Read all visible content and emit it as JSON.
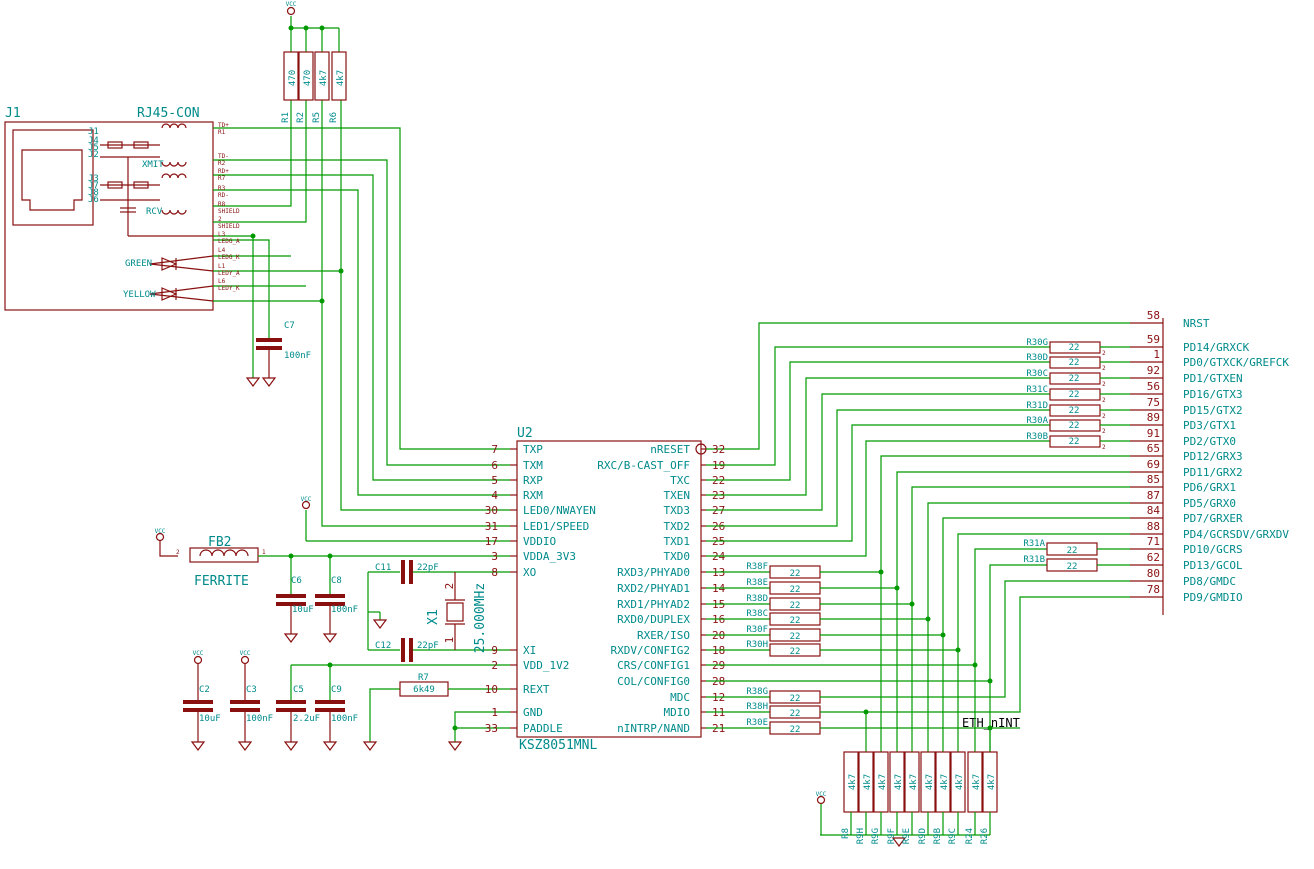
{
  "ic": {
    "ref": "U2",
    "part": "KSZ8051MNL",
    "left_pins": [
      {
        "num": "7",
        "name": "TXP"
      },
      {
        "num": "6",
        "name": "TXM"
      },
      {
        "num": "5",
        "name": "RXP"
      },
      {
        "num": "4",
        "name": "RXM"
      },
      {
        "num": "30",
        "name": "LED0/NWAYEN"
      },
      {
        "num": "31",
        "name": "LED1/SPEED"
      },
      {
        "num": "17",
        "name": "VDDIO"
      },
      {
        "num": "3",
        "name": "VDDA_3V3"
      },
      {
        "num": "8",
        "name": "XO"
      },
      {
        "num": "9",
        "name": "XI"
      },
      {
        "num": "2",
        "name": "VDD_1V2"
      },
      {
        "num": "10",
        "name": "REXT"
      },
      {
        "num": "1",
        "name": "GND"
      },
      {
        "num": "33",
        "name": "PADDLE"
      }
    ],
    "right_pins": [
      {
        "num": "32",
        "name": "nRESET"
      },
      {
        "num": "19",
        "name": "RXC/B-CAST_OFF"
      },
      {
        "num": "22",
        "name": "TXC"
      },
      {
        "num": "23",
        "name": "TXEN"
      },
      {
        "num": "27",
        "name": "TXD3"
      },
      {
        "num": "26",
        "name": "TXD2"
      },
      {
        "num": "25",
        "name": "TXD1"
      },
      {
        "num": "24",
        "name": "TXD0"
      },
      {
        "num": "13",
        "name": "RXD3/PHYAD0"
      },
      {
        "num": "14",
        "name": "RXD2/PHYAD1"
      },
      {
        "num": "15",
        "name": "RXD1/PHYAD2"
      },
      {
        "num": "16",
        "name": "RXD0/DUPLEX"
      },
      {
        "num": "20",
        "name": "RXER/ISO"
      },
      {
        "num": "18",
        "name": "RXDV/CONFIG2"
      },
      {
        "num": "29",
        "name": "CRS/CONFIG1"
      },
      {
        "num": "28",
        "name": "COL/CONFIG0"
      },
      {
        "num": "12",
        "name": "MDC"
      },
      {
        "num": "11",
        "name": "MDIO"
      },
      {
        "num": "21",
        "name": "nINTRP/NAND"
      }
    ]
  },
  "mcu_pins": [
    {
      "num": "58",
      "name": "NRST"
    },
    {
      "num": "59",
      "name": "PD14/GRXCK"
    },
    {
      "num": "1",
      "name": "PD0/GTXCK/GREFCK"
    },
    {
      "num": "92",
      "name": "PD1/GTXEN"
    },
    {
      "num": "56",
      "name": "PD16/GTX3"
    },
    {
      "num": "75",
      "name": "PD15/GTX2"
    },
    {
      "num": "89",
      "name": "PD3/GTX1"
    },
    {
      "num": "91",
      "name": "PD2/GTX0"
    },
    {
      "num": "65",
      "name": "PD12/GRX3"
    },
    {
      "num": "69",
      "name": "PD11/GRX2"
    },
    {
      "num": "85",
      "name": "PD6/GRX1"
    },
    {
      "num": "87",
      "name": "PD5/GRX0"
    },
    {
      "num": "84",
      "name": "PD7/GRXER"
    },
    {
      "num": "88",
      "name": "PD4/GCRSDV/GRXDV"
    },
    {
      "num": "71",
      "name": "PD10/GCRS"
    },
    {
      "num": "62",
      "name": "PD13/GCOL"
    },
    {
      "num": "80",
      "name": "PD8/GMDC"
    },
    {
      "num": "78",
      "name": "PD9/GMDIO"
    }
  ],
  "connector": {
    "ref": "J1",
    "part": "RJ45-CON",
    "xmit": "XMIT",
    "rcv": "RCV",
    "left_pins": [
      "J1",
      "J4",
      "J5",
      "J2",
      "J3",
      "J7",
      "J8",
      "J6"
    ],
    "right_pins": [
      "TD+",
      "R1",
      "TD-",
      "R2",
      "RD+",
      "R7",
      "R3",
      "RD-",
      "R8",
      "SHIELD",
      "2",
      "SHIELD",
      "L3",
      "LEDG_A",
      "L4",
      "LEDG_K",
      "L1",
      "LEDY_A",
      "L6",
      "LEDY_K"
    ],
    "green": "GREEN",
    "yellow": "YELLOW"
  },
  "top_resistors": [
    {
      "ref": "R1",
      "value": "470"
    },
    {
      "ref": "R2",
      "value": "470"
    },
    {
      "ref": "R5",
      "value": "4k7"
    },
    {
      "ref": "R6",
      "value": "4k7"
    }
  ],
  "series_resistors_upper": [
    {
      "ref": "R30G",
      "value": "22"
    },
    {
      "ref": "R30D",
      "value": "22"
    },
    {
      "ref": "R30C",
      "value": "22"
    },
    {
      "ref": "R31C",
      "value": "22"
    },
    {
      "ref": "R31D",
      "value": "22"
    },
    {
      "ref": "R30A",
      "value": "22"
    },
    {
      "ref": "R30B",
      "value": "22"
    }
  ],
  "series_resistors_mid": [
    {
      "ref": "R38F",
      "value": "22"
    },
    {
      "ref": "R38E",
      "value": "22"
    },
    {
      "ref": "R38D",
      "value": "22"
    },
    {
      "ref": "R38C",
      "value": "22"
    },
    {
      "ref": "R30F",
      "value": "22"
    },
    {
      "ref": "R30H",
      "value": "22"
    }
  ],
  "series_resistors_right": [
    {
      "ref": "R31A",
      "value": "22"
    },
    {
      "ref": "R31B",
      "value": "22"
    }
  ],
  "series_resistors_low": [
    {
      "ref": "R38G",
      "value": "22"
    },
    {
      "ref": "R38H",
      "value": "22"
    },
    {
      "ref": "R30E",
      "value": "22"
    }
  ],
  "pullups": [
    {
      "ref": "R8",
      "value": "4k7"
    },
    {
      "ref": "R9H",
      "value": "4k7"
    },
    {
      "ref": "R9G",
      "value": "4k7"
    },
    {
      "ref": "R9F",
      "value": "4k7"
    },
    {
      "ref": "R9E",
      "value": "4k7"
    },
    {
      "ref": "R9D",
      "value": "4k7"
    },
    {
      "ref": "R9B",
      "value": "4k7"
    },
    {
      "ref": "R9C",
      "value": "4k7"
    },
    {
      "ref": "R24",
      "value": "4k7"
    },
    {
      "ref": "R26",
      "value": "4k7"
    }
  ],
  "caps": {
    "c7": {
      "ref": "C7",
      "value": "100nF"
    },
    "c6": {
      "ref": "C6",
      "value": "10uF"
    },
    "c8": {
      "ref": "C8",
      "value": "100nF"
    },
    "c2": {
      "ref": "C2",
      "value": "10uF"
    },
    "c3": {
      "ref": "C3",
      "value": "100nF"
    },
    "c5": {
      "ref": "C5",
      "value": "2.2uF"
    },
    "c9": {
      "ref": "C9",
      "value": "100nF"
    },
    "c11": {
      "ref": "C11",
      "value": "22pF"
    },
    "c12": {
      "ref": "C12",
      "value": "22pF"
    }
  },
  "ferrite": {
    "ref": "FB2",
    "value": "FERRITE",
    "pin1": "1",
    "pin2": "2"
  },
  "crystal": {
    "ref": "X1",
    "value": "25.000MHz",
    "pin1": "1",
    "pin2": "2"
  },
  "rext": {
    "ref": "R7",
    "value": "6k49"
  },
  "vcc": "VCC",
  "net_label": "ETH_nINT"
}
